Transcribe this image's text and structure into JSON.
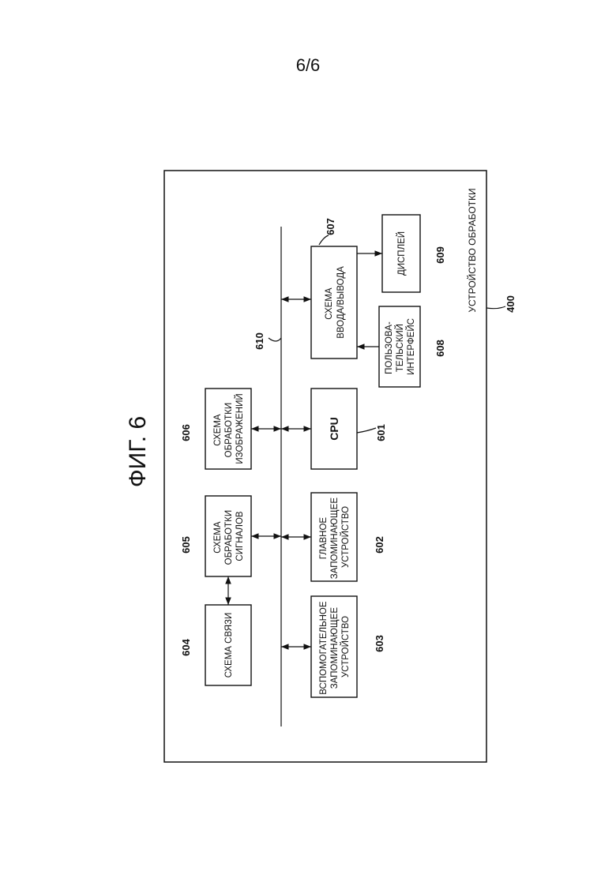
{
  "page_number": "6/6",
  "figure_title": "ФИГ. 6",
  "container": {
    "label": "УСТРОЙСТВО ОБРАБОТКИ",
    "ref": "400"
  },
  "bus": {
    "ref": "610"
  },
  "blocks": {
    "b604": {
      "ref": "604",
      "lines": [
        "СХЕМА СВЯЗИ"
      ]
    },
    "b605": {
      "ref": "605",
      "lines": [
        "СХЕМА",
        "ОБРАБОТКИ",
        "СИГНАЛОВ"
      ]
    },
    "b606": {
      "ref": "606",
      "lines": [
        "СХЕМА",
        "ОБРАБОТКИ",
        "ИЗОБРАЖЕНИЙ"
      ]
    },
    "b603": {
      "ref": "603",
      "lines": [
        "ВСПОМОГАТЕЛЬНОЕ",
        "ЗАПОМИНАЮЩЕЕ",
        "УСТРОЙСТВО"
      ]
    },
    "b602": {
      "ref": "602",
      "lines": [
        "ГЛАВНОЕ",
        "ЗАПОМИНАЮЩЕЕ",
        "УСТРОЙСТВО"
      ]
    },
    "b601": {
      "ref": "601",
      "lines": [
        "CPU"
      ]
    },
    "b607": {
      "ref": "607",
      "lines": [
        "СХЕМА",
        "ВВОДА/ВЫВОДА"
      ]
    },
    "b608": {
      "ref": "608",
      "lines": [
        "ПОЛЬЗОВА-",
        "ТЕЛЬСКИЙ",
        "ИНТЕРФЕЙС"
      ]
    },
    "b609": {
      "ref": "609",
      "lines": [
        "ДИСПЛЕЙ"
      ]
    }
  }
}
